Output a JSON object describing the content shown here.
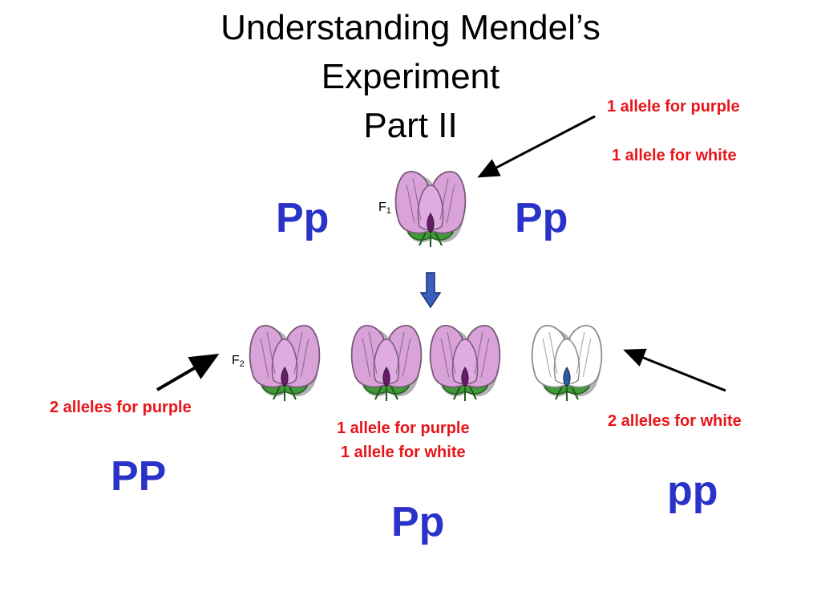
{
  "title": {
    "line1": "Understanding Mendel’s",
    "line2": "Experiment",
    "line3": "Part II"
  },
  "colors": {
    "purple_flower": "#d9a3d9",
    "white_flower": "#ffffff",
    "leaf": "#3f9a38",
    "allele_text": "#e8141a",
    "genotype_text": "#2a33c8",
    "down_arrow": "#3b5fbf"
  },
  "f1": {
    "generation_letter": "F",
    "generation_number": "1",
    "left_genotype": "Pp",
    "right_genotype": "Pp",
    "annotation_line1": "1 allele for purple",
    "annotation_line2": "1 allele for white"
  },
  "f2": {
    "generation_letter": "F",
    "generation_number": "2",
    "purple_purple": {
      "annotation": "2 alleles for purple",
      "genotype": "PP"
    },
    "hybrid": {
      "annotation_line1": "1 allele for purple",
      "annotation_line2": "1 allele for white",
      "genotype": "Pp"
    },
    "white_white": {
      "annotation": "2 alleles for white",
      "genotype": "pp"
    }
  }
}
